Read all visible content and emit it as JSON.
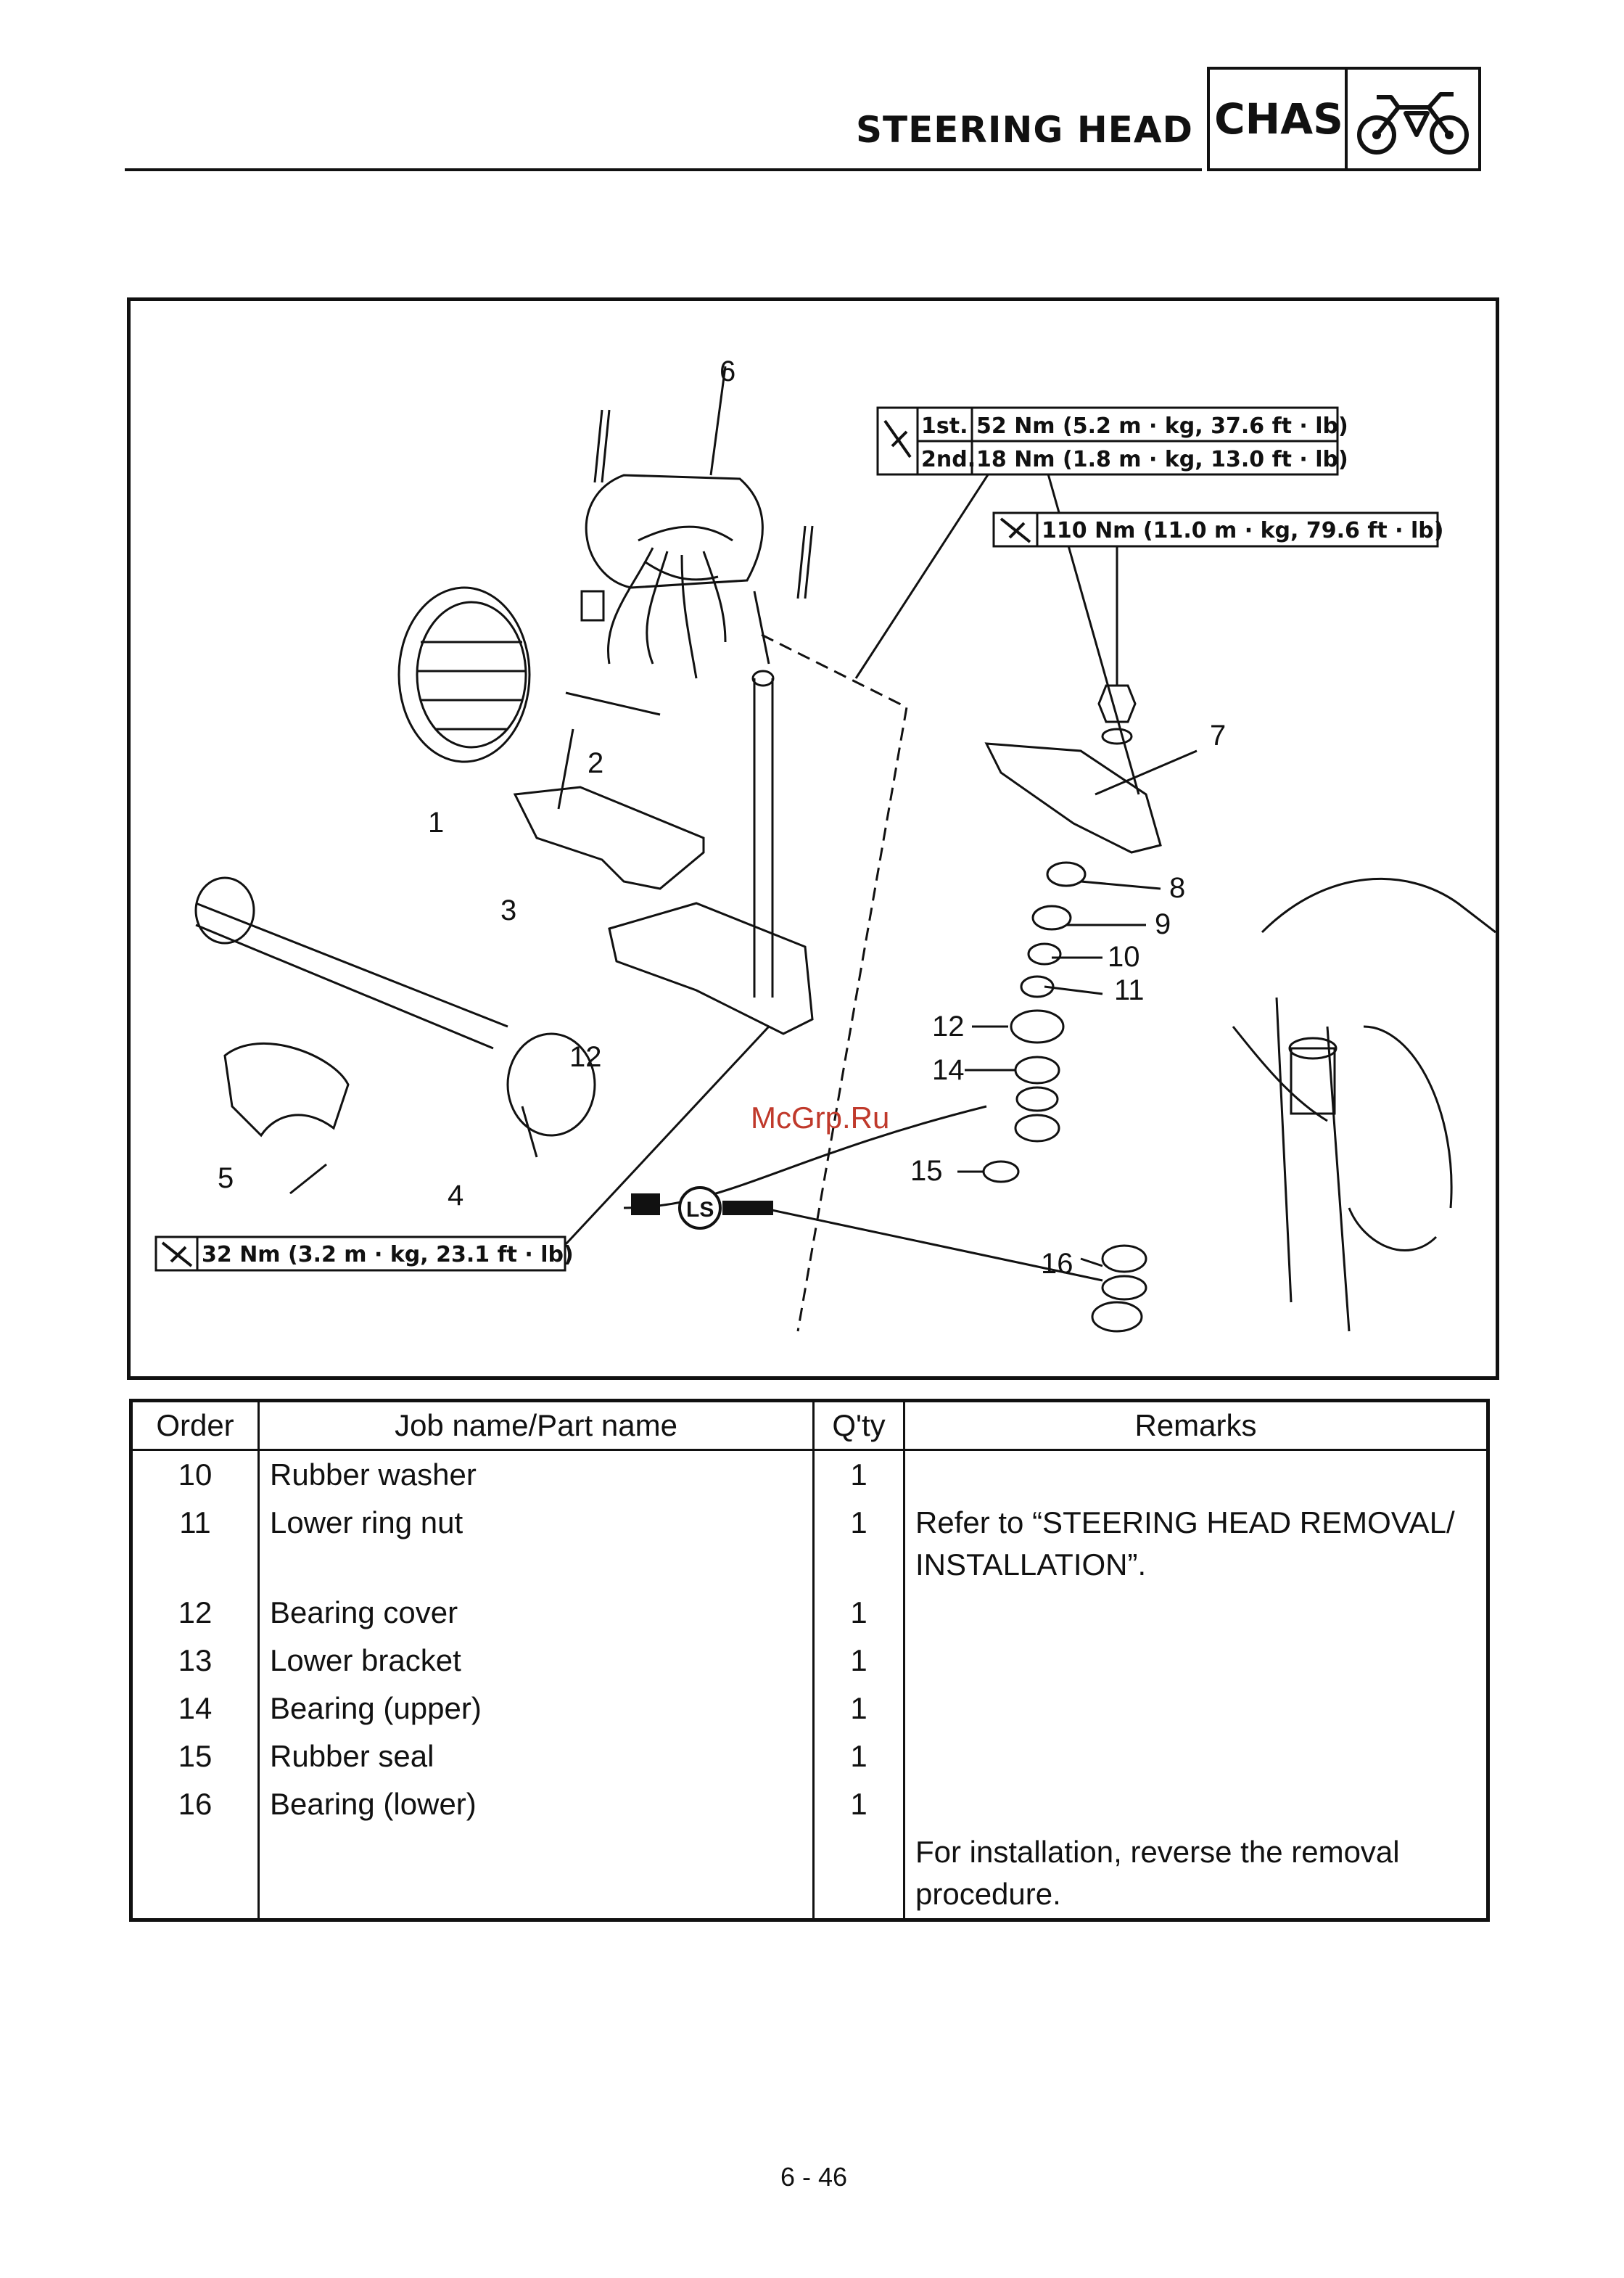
{
  "header": {
    "title": "STEERING HEAD",
    "section_code": "CHAS",
    "section_icon": "motorcycle-icon"
  },
  "diagram": {
    "watermark": "McGrp.Ru",
    "callouts": [
      "1",
      "2",
      "3",
      "4",
      "5",
      "6",
      "7",
      "8",
      "9",
      "10",
      "11",
      "12",
      "12",
      "14",
      "15",
      "16"
    ],
    "torque_specs": {
      "ring_nut_1st_label": "1st.",
      "ring_nut_1st_value": "52 Nm (5.2 m · kg, 37.6 ft · lb)",
      "ring_nut_2nd_label": "2nd.",
      "ring_nut_2nd_value": "18 Nm (1.8 m · kg, 13.0 ft · lb)",
      "steering_stem_nut": "110 Nm (11.0 m · kg, 79.6 ft · lb)",
      "lower_bracket_bolt": "32 Nm (3.2 m · kg, 23.1 ft · lb)"
    },
    "grease_symbol": "LS"
  },
  "table": {
    "headers": [
      "Order",
      "Job name/Part name",
      "Q'ty",
      "Remarks"
    ],
    "rows": [
      {
        "order": "10",
        "name": "Rubber washer",
        "qty": "1",
        "remarks": ""
      },
      {
        "order": "11",
        "name": "Lower ring nut",
        "qty": "1",
        "remarks": "Refer to “STEERING HEAD REMOVAL/ INSTALLATION”."
      },
      {
        "order": "12",
        "name": "Bearing cover",
        "qty": "1",
        "remarks": ""
      },
      {
        "order": "13",
        "name": "Lower bracket",
        "qty": "1",
        "remarks": ""
      },
      {
        "order": "14",
        "name": "Bearing (upper)",
        "qty": "1",
        "remarks": ""
      },
      {
        "order": "15",
        "name": "Rubber seal",
        "qty": "1",
        "remarks": ""
      },
      {
        "order": "16",
        "name": "Bearing (lower)",
        "qty": "1",
        "remarks": ""
      }
    ],
    "closing_remark": "For installation, reverse the removal procedure."
  },
  "footer": {
    "page_number": "6 - 46"
  }
}
